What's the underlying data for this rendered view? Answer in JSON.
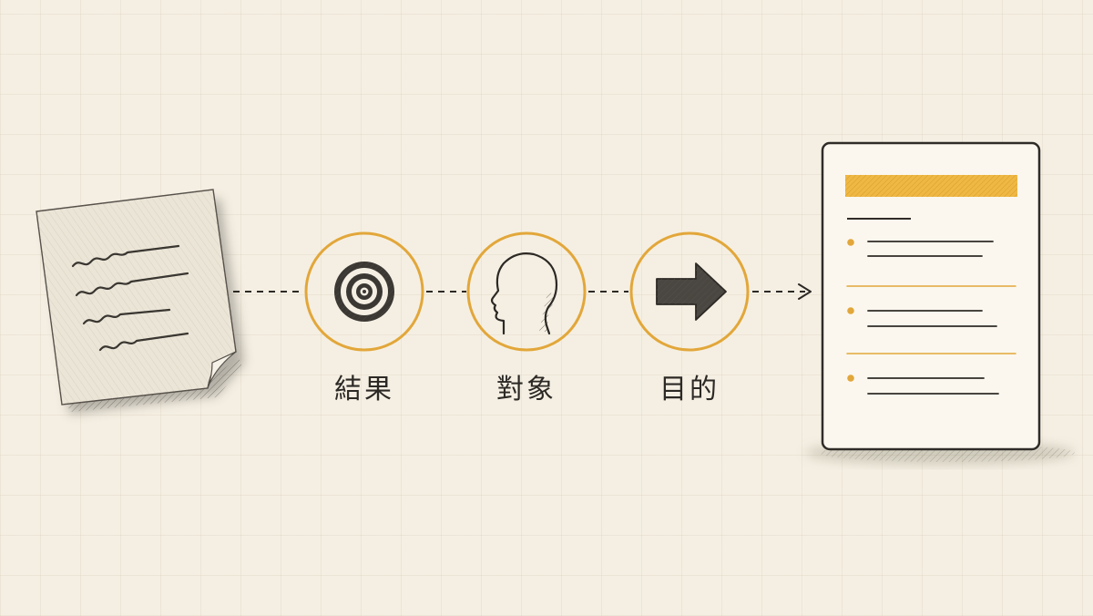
{
  "diagram": {
    "source_icon": "paper-note-icon",
    "steps": [
      {
        "label": "結果",
        "icon": "target-icon"
      },
      {
        "label": "對象",
        "icon": "head-icon"
      },
      {
        "label": "目的",
        "icon": "arrow-right-icon"
      }
    ],
    "result_icon": "document-icon",
    "connector_style": "dashed",
    "flow_direction": "left-to-right"
  },
  "colors": {
    "background": "#f5efe3",
    "ink": "#2c2925",
    "accent_gold": "#e2a73a",
    "card": "#fbf7ee"
  }
}
